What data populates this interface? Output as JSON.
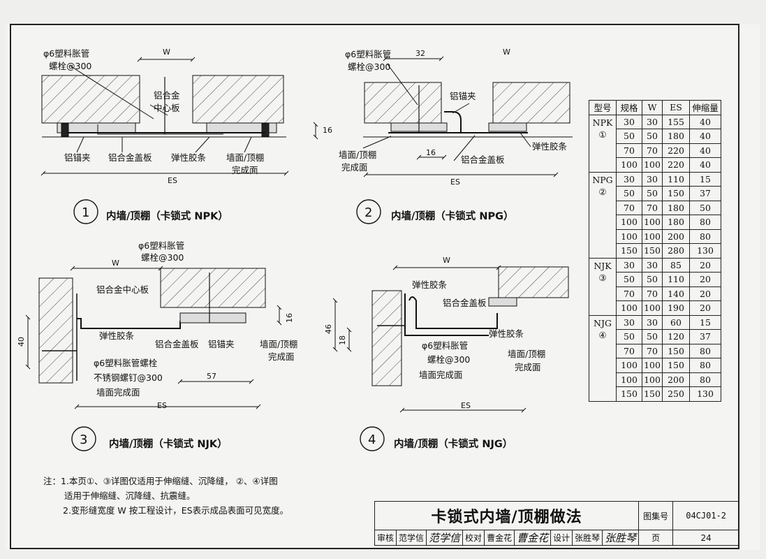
{
  "page_title": "卡锁式内墙/顶棚做法",
  "atlas_label": "图集号",
  "atlas_number": "04CJ01-2",
  "page_label": "页",
  "page_number": "24",
  "signatures": {
    "review_label": "审核",
    "review_name": "范学信",
    "review_sig": "范学信",
    "check_label": "校对",
    "check_name": "曹金花",
    "check_sig": "曹金花",
    "design_label": "设计",
    "design_name": "张胜琴",
    "design_sig": "张胜琴"
  },
  "details": [
    {
      "num": "1",
      "title": "内墙/顶棚（卡锁式 NPK）"
    },
    {
      "num": "2",
      "title": "内墙/顶棚（卡锁式 NPG）"
    },
    {
      "num": "3",
      "title": "内墙/顶棚（卡锁式 NJK）"
    },
    {
      "num": "4",
      "title": "内墙/顶棚（卡锁式 NJG）"
    }
  ],
  "labels": {
    "bolt1": "φ6塑料胀管",
    "bolt1b": "螺栓@300",
    "al_center1": "铝合金",
    "al_center1b": "中心板",
    "clip": "铝锚夹",
    "cover": "铝合金盖板",
    "rubber": "弹性胶条",
    "finish": "墙面/顶棚",
    "finishb": "完成面",
    "w": "W",
    "es": "ES",
    "d16": "16",
    "d32": "32",
    "d40": "40",
    "d46": "46",
    "d18": "18",
    "d57": "57",
    "al_center3": "铝合金中心板",
    "bolt3": "φ6塑料胀管螺栓",
    "bolt3b": "不锈钢螺钉@300",
    "wall_finish": "墙面完成面"
  },
  "table": {
    "headers": [
      "型号",
      "规格",
      "W",
      "ES",
      "伸缩量"
    ],
    "groups": [
      {
        "type": "NPK",
        "num": "①",
        "rows": [
          [
            "30",
            "30",
            "155",
            "40"
          ],
          [
            "50",
            "50",
            "180",
            "40"
          ],
          [
            "70",
            "70",
            "220",
            "40"
          ],
          [
            "100",
            "100",
            "220",
            "40"
          ]
        ]
      },
      {
        "type": "NPG",
        "num": "②",
        "rows": [
          [
            "30",
            "30",
            "110",
            "15"
          ],
          [
            "50",
            "50",
            "150",
            "37"
          ],
          [
            "70",
            "70",
            "180",
            "50"
          ],
          [
            "100",
            "100",
            "180",
            "80"
          ],
          [
            "100",
            "100",
            "200",
            "80"
          ],
          [
            "150",
            "150",
            "280",
            "130"
          ]
        ]
      },
      {
        "type": "NJK",
        "num": "③",
        "rows": [
          [
            "30",
            "30",
            "85",
            "20"
          ],
          [
            "50",
            "50",
            "110",
            "20"
          ],
          [
            "70",
            "70",
            "140",
            "20"
          ],
          [
            "100",
            "100",
            "190",
            "20"
          ]
        ]
      },
      {
        "type": "NJG",
        "num": "④",
        "rows": [
          [
            "30",
            "30",
            "60",
            "15"
          ],
          [
            "50",
            "50",
            "120",
            "37"
          ],
          [
            "70",
            "70",
            "150",
            "80"
          ],
          [
            "100",
            "100",
            "150",
            "80"
          ],
          [
            "100",
            "100",
            "200",
            "80"
          ],
          [
            "150",
            "150",
            "250",
            "130"
          ]
        ]
      }
    ]
  },
  "notes": {
    "n1": "注：1.本页①、③详图仅适用于伸缩缝、沉降缝，  ②、④详图",
    "n1b": "适用于伸缩缝、沉降缝、抗震缝。",
    "n2": "2.变形缝宽度 W 按工程设计，ES表示成品表面可见宽度。"
  }
}
